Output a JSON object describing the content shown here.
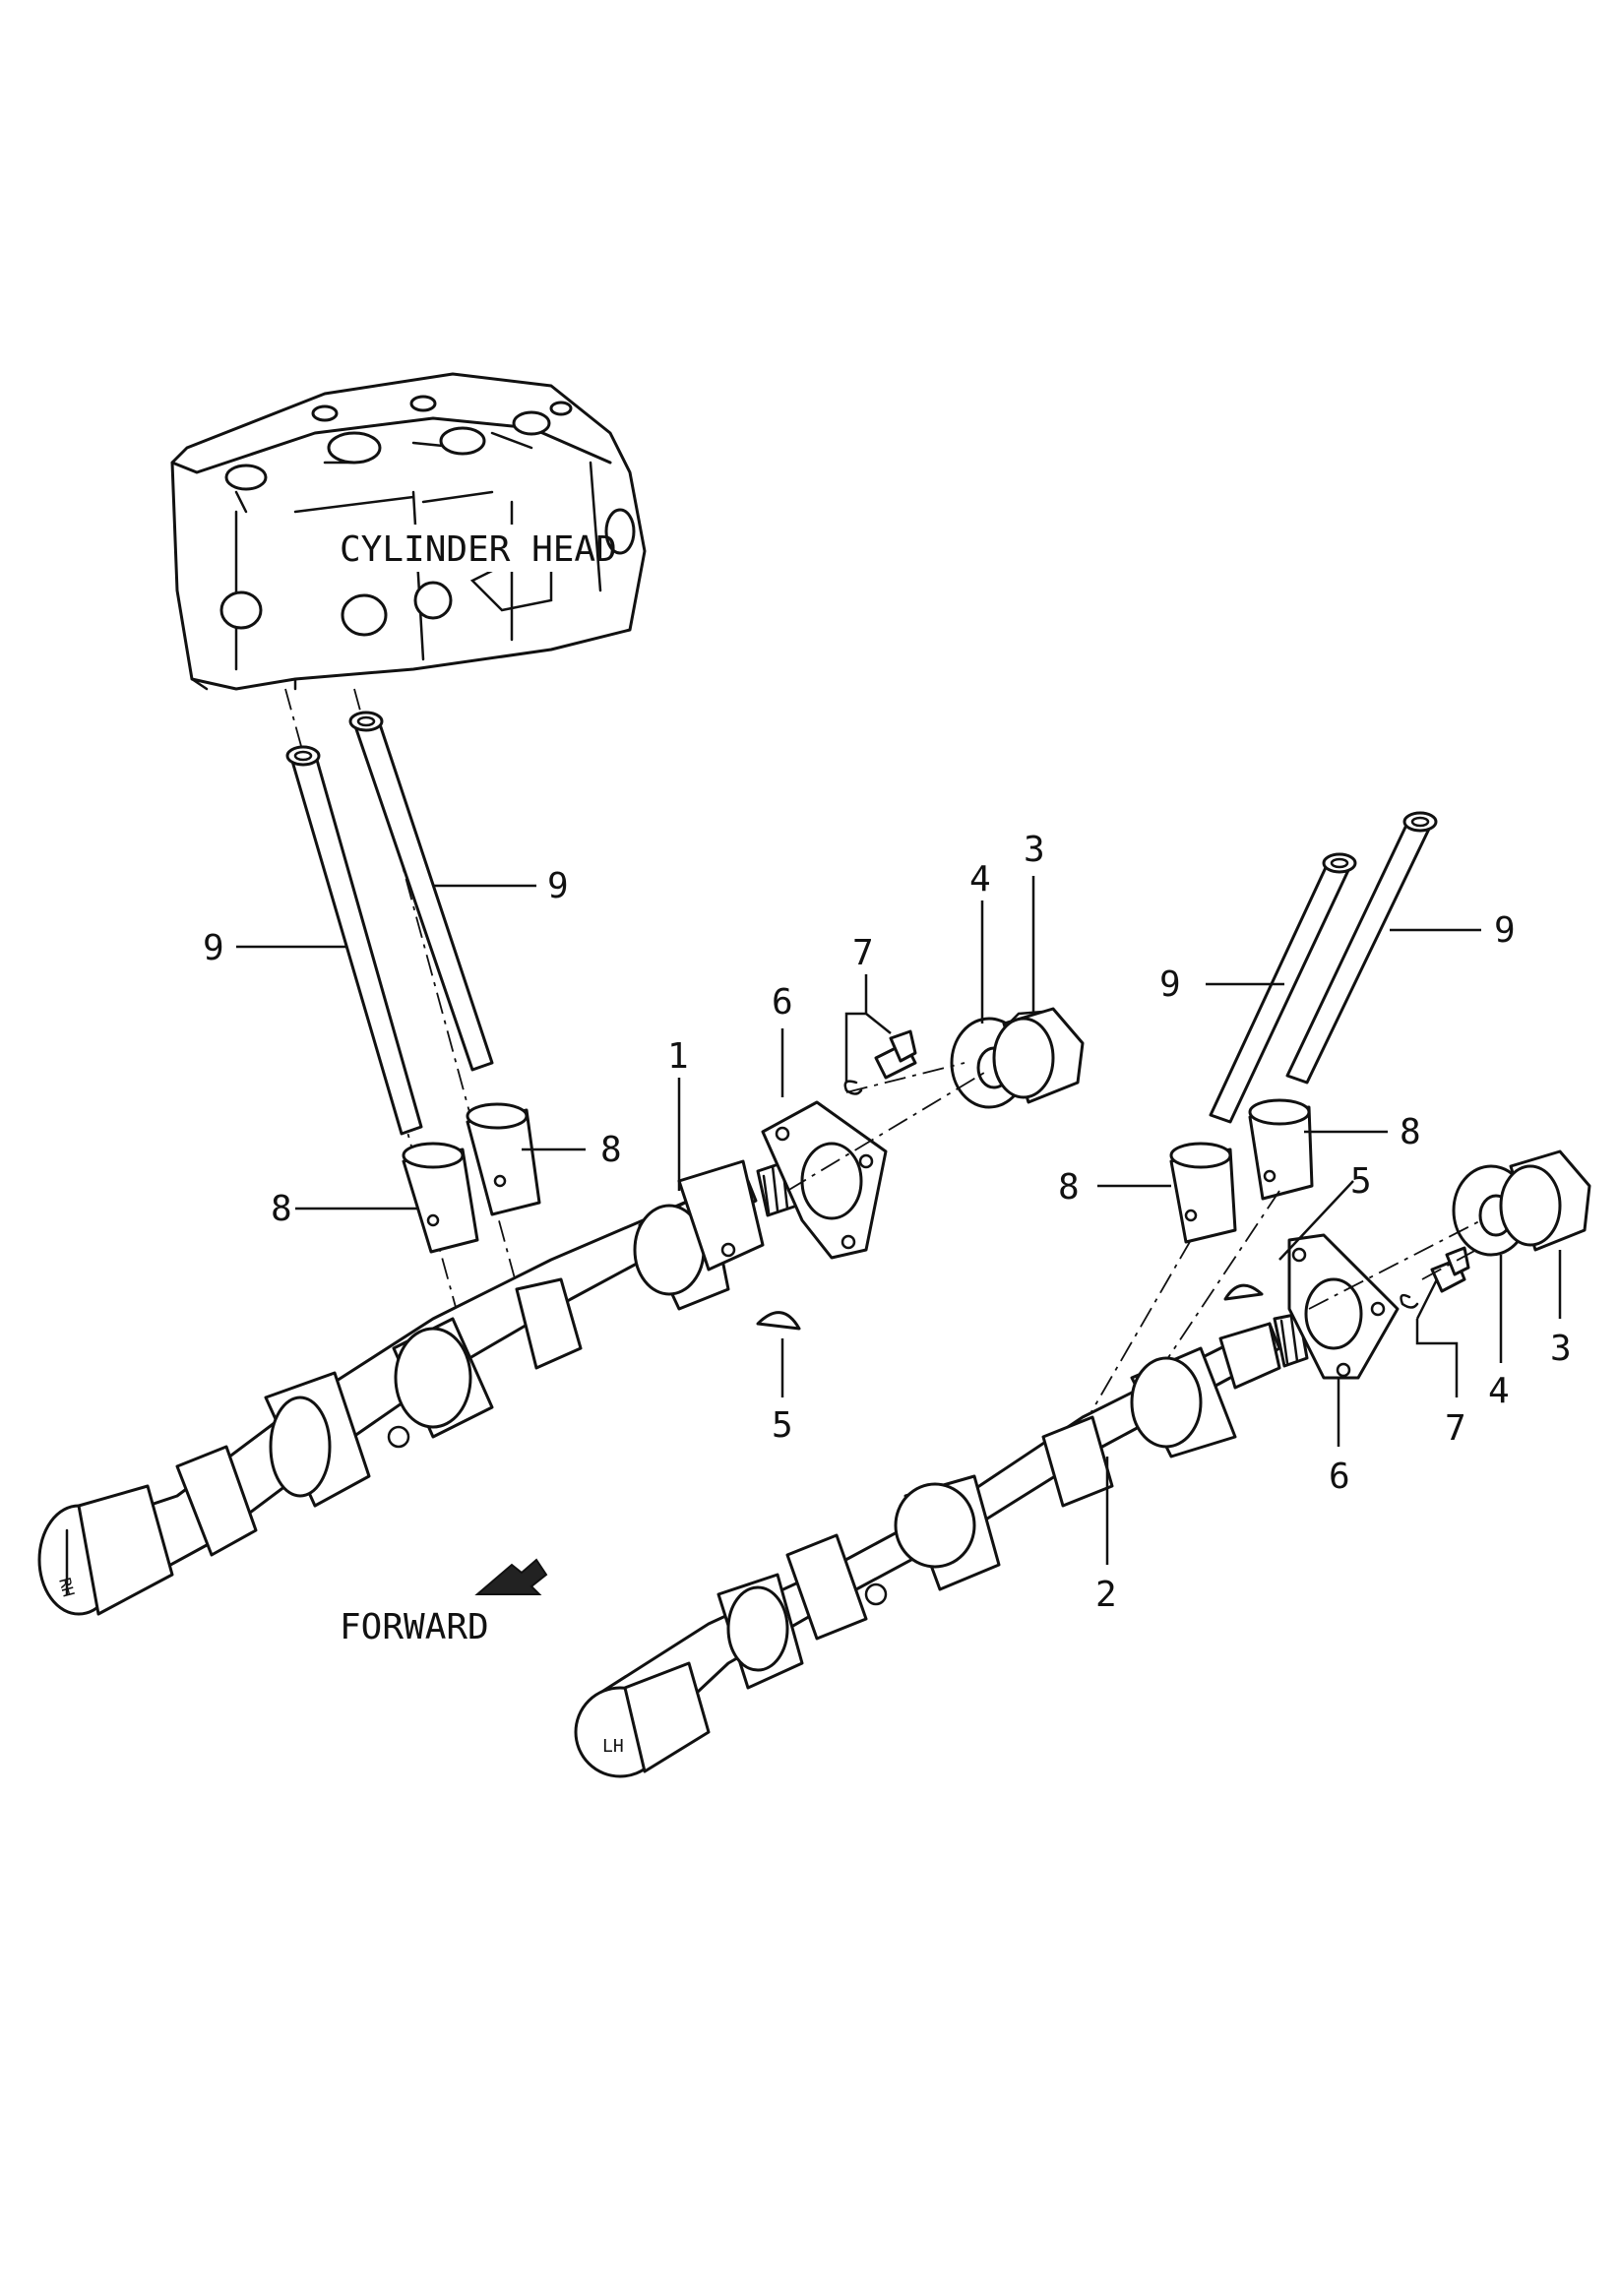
{
  "labels": {
    "cylinder_head": "CYLINDER HEAD",
    "forward": "FORWARD",
    "cam_rh_mark": "RH",
    "cam_lh_mark": "LH"
  },
  "callouts": {
    "c1": "1",
    "c2": "2",
    "c3a": "3",
    "c3b": "3",
    "c4a": "4",
    "c4b": "4",
    "c5a": "5",
    "c5b": "5",
    "c6a": "6",
    "c6b": "6",
    "c7a": "7",
    "c7b": "7",
    "c8a": "8",
    "c8b": "8",
    "c8c": "8",
    "c8d": "8",
    "c9a": "9",
    "c9b": "9",
    "c9c": "9",
    "c9d": "9"
  }
}
